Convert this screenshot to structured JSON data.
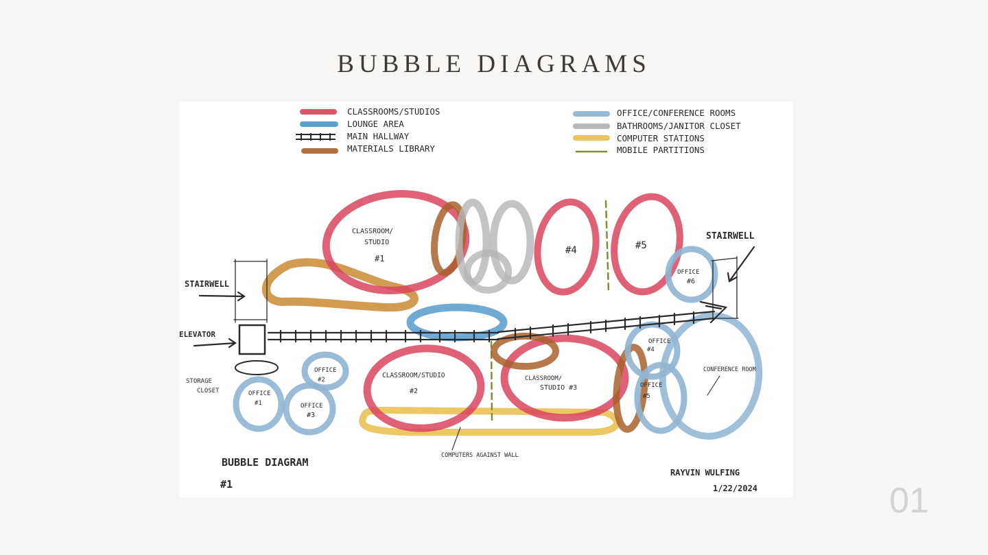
{
  "title": "BUBBLE DIAGRAMS",
  "page_number": "01",
  "legend": [
    {
      "label": "CLASSROOMS/STUDIOS",
      "color": "#d9455f",
      "icon": "marker-stroke"
    },
    {
      "label": "LOUNGE AREA",
      "color": "#4a95c9",
      "icon": "marker-stroke"
    },
    {
      "label": "MAIN HALLWAY",
      "color": "#2a2a2a",
      "icon": "ladder-line"
    },
    {
      "label": "MATERIALS LIBRARY",
      "color": "#a8622c",
      "icon": "marker-stroke"
    },
    {
      "label": "OFFICE/CONFERENCE ROOMS",
      "color": "#8fb5d3",
      "icon": "marker-stroke"
    },
    {
      "label": "BATHROOMS/JANITOR CLOSET",
      "color": "#b5b5b5",
      "icon": "marker-stroke"
    },
    {
      "label": "COMPUTER STATIONS",
      "color": "#e9c155",
      "icon": "marker-stroke"
    },
    {
      "label": "MOBILE PARTITIONS",
      "color": "#7f8f2f",
      "icon": "thin-line"
    }
  ],
  "labels": {
    "classroom1_a": "CLASSROOM/",
    "classroom1_b": "STUDIO",
    "classroom1_c": "#1",
    "room4": "#4",
    "room5": "#5",
    "stairwell_right": "STAIRWELL",
    "office6_a": "OFFICE",
    "office6_b": "#6",
    "stairwell_left": "STAIRWELL",
    "elevator": "ELEVATOR",
    "storage_a": "STORAGE",
    "storage_b": "CLOSET",
    "office1_a": "OFFICE",
    "office1_b": "#1",
    "office2_a": "OFFICE",
    "office2_b": "#2",
    "office3_a": "OFFICE",
    "office3_b": "#3",
    "classroom2_a": "CLASSROOM/STUDIO",
    "classroom2_b": "#2",
    "classroom3_a": "CLASSROOM/",
    "classroom3_b": "STUDIO #3",
    "office4_a": "OFFICE",
    "office4_b": "#4",
    "office5_a": "OFFICE",
    "office5_b": "#5",
    "conference": "CONFERENCE ROOM",
    "computers_note": "COMPUTERS AGAINST WALL",
    "diagram_name_a": "BUBBLE DIAGRAM",
    "diagram_name_b": "#1",
    "author": "RAYVIN WULFING",
    "date": "1/22/2024"
  },
  "colors": {
    "classroom": "#d9455f",
    "lounge": "#4a95c9",
    "materials": "#a8622c",
    "office": "#8fb5d3",
    "bathroom": "#b5b5b5",
    "computer": "#e9c155",
    "partition": "#7f8f2f",
    "ink": "#2a2a2a"
  }
}
